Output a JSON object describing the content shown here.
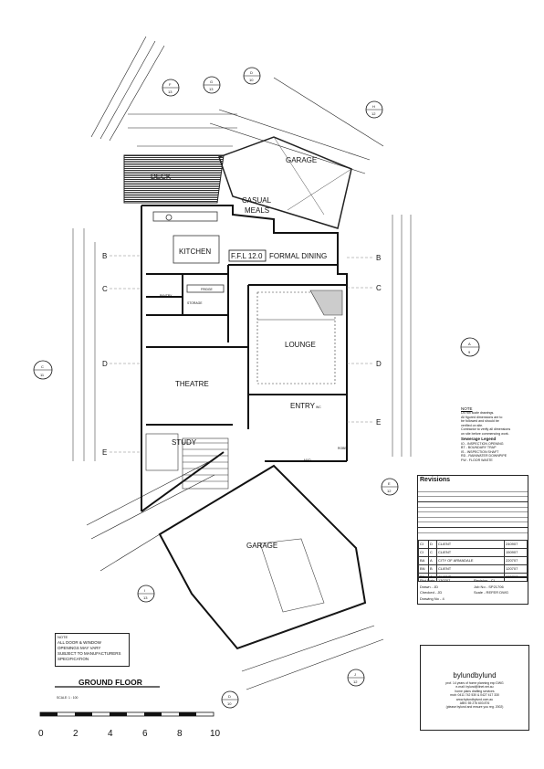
{
  "rooms": {
    "deck": "DECK",
    "garage_top": "GARAGE",
    "casual": "CASUAL",
    "meals": "MEALS",
    "kitchen": "KITCHEN",
    "formal_dining": "FORMAL DINING",
    "ffl": "F.F.L 12.0",
    "pantry": "PANTRY",
    "fridge": "FRIDGE",
    "storage": "STORAGE",
    "lounge": "LOUNGE",
    "theatre": "THEATRE",
    "entry": "ENTRY",
    "study": "STUDY",
    "garage_bottom": "GARAGE",
    "wc": "WC",
    "mud": "MUD",
    "robe": "ROBE"
  },
  "grid_letters_left": [
    "B",
    "C",
    "D",
    "E"
  ],
  "grid_letters_right": [
    "B",
    "C",
    "D",
    "E"
  ],
  "section_markers": [
    {
      "top": "F",
      "bottom": "13"
    },
    {
      "top": "G",
      "bottom": "13"
    },
    {
      "top": "D",
      "bottom": "10"
    },
    {
      "top": "H",
      "bottom": "12"
    },
    {
      "top": "A",
      "bottom": "9"
    },
    {
      "top": "C",
      "bottom": "11"
    },
    {
      "top": "E",
      "bottom": "12"
    },
    {
      "top": "I",
      "bottom": "13"
    },
    {
      "top": "J",
      "bottom": "12"
    },
    {
      "top": "D",
      "bottom": "10"
    }
  ],
  "notes_box": {
    "title": "NOTE",
    "lines": [
      "ALL DOOR & WINDOW",
      "OPENINGS MAY VARY",
      "SUBJECT TO MANUFACTURERS",
      "SPECIFICATION"
    ]
  },
  "drawing_title": "GROUND FLOOR",
  "scale_text": "SCALE: 1 : 100",
  "scale_bar_labels": [
    "0",
    "2",
    "4",
    "6",
    "8",
    "10"
  ],
  "right_note": {
    "title": "NOTE",
    "lines": [
      "Do not scale drawings.",
      "All figured dimensions are to",
      "be followed and should be",
      "verified on site.",
      "Contractor to verify all dimensions",
      "on site before commencing work."
    ],
    "legend_title": "Sewerage Legend",
    "legend": [
      "IO - INSPECTION OPENING",
      "BT - BOUNDARY TRAP",
      "IS - INSPECTION SHAFT",
      "RD - RAINWATER DOWNPIPE",
      "FW - FLOOR WASTE"
    ]
  },
  "revisions": {
    "title": "Revisions",
    "rows": [
      [
        "CI",
        "D",
        "CLIENT",
        "240907"
      ],
      [
        "CI",
        "C",
        "CLIENT",
        "150907"
      ],
      [
        "BA",
        "A",
        "CITY OF ARMADALE",
        "220707"
      ],
      [
        "BN",
        "B",
        "CLIENT",
        "120707"
      ],
      [
        "BN",
        "A",
        "CLIENT",
        "070707"
      ]
    ]
  },
  "title_info": {
    "plot_date": "Plot Date - 130207",
    "revision": "Revision - CI",
    "drawn_by": "Drawn - JD",
    "job_no": "Job No - SP21706",
    "checked": "Checked - JD",
    "scale": "Scale - REFER DWG",
    "drawing_no": "Drawing No - 4"
  },
  "company": {
    "name": "bylundbylund",
    "lines": [
      "prof. 14 years of home planning exp DWG",
      "e-mail: bylund@iinet.net.au",
      "home plans drafting services",
      "mob: 0411 742 530 & 0427 417 330",
      "www.bylundbylund.com.au",
      "ABN: 55 276 603 876",
      "(please bylund and ensure you reg. 2002)"
    ]
  },
  "colors": {
    "line": "#1a1a1a",
    "hatch": "#333333",
    "paper": "#ffffff"
  }
}
